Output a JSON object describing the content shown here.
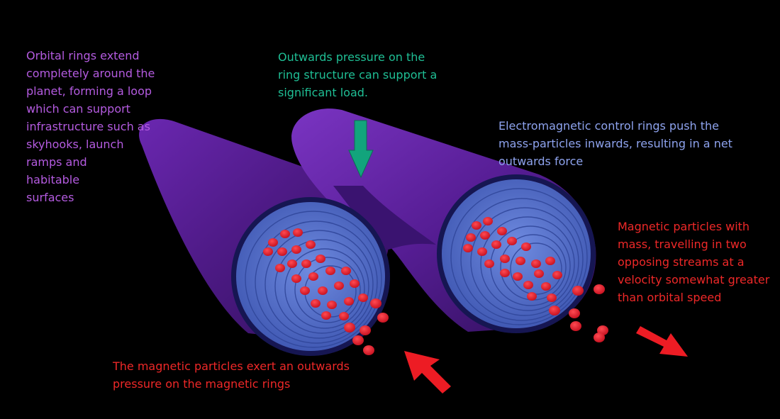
{
  "colors": {
    "background": "#000000",
    "tube_purple": "#4e1a86",
    "tube_purple_light": "#7a34c2",
    "tube_shadow": "#2a0c4f",
    "tube_edge": "#161652",
    "ring_blue": "#5875d4",
    "ring_blue_dark": "#3d55b0",
    "particle_red": "#e8182a",
    "particle_red_light": "#ff4a52",
    "arrow_teal": "#12a47c",
    "arrow_red": "#ed1c24",
    "text_purple": "#b45be0",
    "text_teal": "#1fbf95",
    "text_blue": "#8ea3ee",
    "text_red": "#ee2828"
  },
  "labels": {
    "orbital_rings": {
      "color": "#b45be0",
      "lines": [
        "Orbital rings extend",
        "completely around the",
        "planet, forming a loop",
        "which can support",
        "infrastructure such as",
        "skyhooks, launch",
        "ramps and",
        "habitable",
        "surfaces"
      ]
    },
    "outwards_pressure": {
      "color": "#1fbf95",
      "lines": [
        "Outwards pressure on the",
        "ring structure can support a",
        "significant load."
      ]
    },
    "electromagnetic_rings": {
      "color": "#8ea3ee",
      "lines": [
        "Electromagnetic control rings push the",
        "mass-particles inwards, resulting in a net",
        "outwards force"
      ]
    },
    "magnetic_particles": {
      "color": "#ee2828",
      "lines": [
        "Magnetic particles with",
        "mass, travelling in two",
        "opposing streams at a",
        "velocity somewhat greater",
        "than orbital speed"
      ]
    },
    "particles_exert": {
      "color": "#ee2828",
      "lines": [
        "The magnetic particles exert an outwards",
        "pressure on the magnetic rings"
      ]
    }
  },
  "icons": {
    "load_arrow": "arrow-down-icon",
    "inbound_stream_arrow": "arrow-up-left-icon",
    "outbound_stream_arrow": "arrow-down-right-icon"
  },
  "arrows": {
    "load": {
      "direction": "down",
      "color": "#12a47c"
    },
    "left_stream": {
      "direction": "up-left",
      "color": "#ed1c24"
    },
    "right_stream": {
      "direction": "down-right",
      "color": "#ed1c24"
    }
  }
}
